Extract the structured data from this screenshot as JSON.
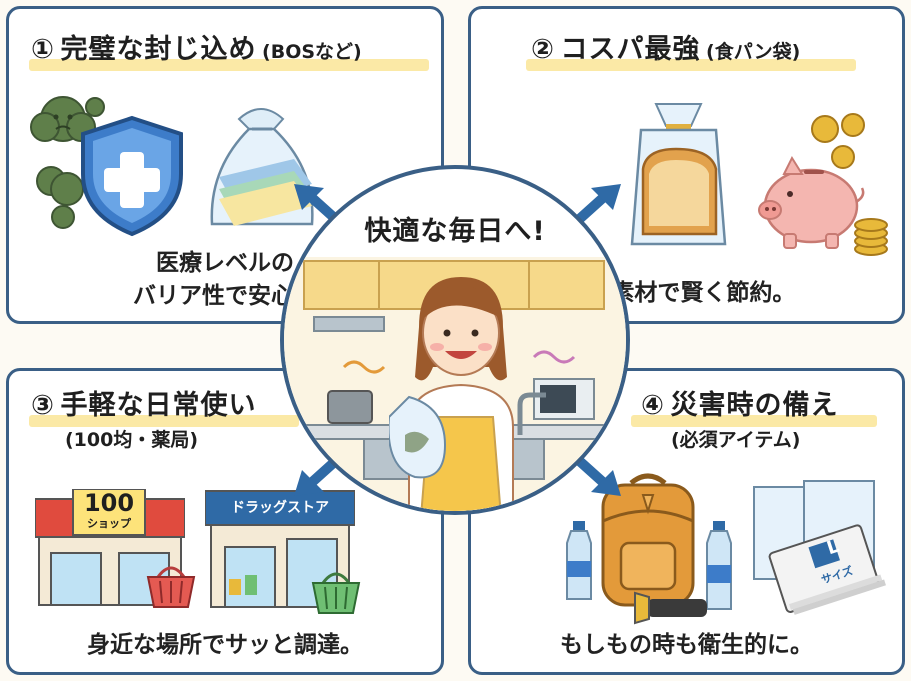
{
  "center": {
    "title": "快適な毎日へ!"
  },
  "panels": [
    {
      "number": "①",
      "title": "完璧な封じ込め",
      "subtitle": "(BOSなど)",
      "caption_lines": [
        "医療レベルの",
        "バリア性で安心。"
      ]
    },
    {
      "number": "②",
      "title": "コスパ最強",
      "subtitle": "(食パン袋)",
      "caption_lines": [
        "PP素材で賢く節約。"
      ]
    },
    {
      "number": "③",
      "title": "手軽な日常使い",
      "subtitle": "(100均・薬局)",
      "caption_lines": [
        "身近な場所でサッと調達。"
      ],
      "store_signs": {
        "shop_number": "100",
        "shop_label": "ショップ",
        "drugstore": "ドラッグストア"
      }
    },
    {
      "number": "④",
      "title": "災害時の備え",
      "subtitle": "(必須アイテム)",
      "caption_lines": [
        "もしもの時も衛生的に。"
      ],
      "bag_label": {
        "size": "L",
        "text": "サイズ"
      }
    }
  ],
  "colors": {
    "border": "#3a5f86",
    "arrow": "#2f6aa6",
    "highlight": "#fbe9a6",
    "shield": "#3d7cc9",
    "odor_cloud": "#5f7f4a",
    "coin": "#e8b93a",
    "piggy": "#f4b6b0",
    "backpack": "#e39a3a",
    "apron": "#f5c64b"
  },
  "icons": [
    "shield-icon",
    "odor-cloud-icon",
    "layered-bag-icon",
    "bread-bag-icon",
    "piggy-bank-icon",
    "coin-stack-icon",
    "hundred-yen-shop-icon",
    "drugstore-icon",
    "shopping-basket-icon",
    "backpack-icon",
    "water-bottle-icon",
    "flashlight-icon",
    "bag-pack-icon",
    "woman-holding-bag-icon",
    "kitchen-icon"
  ]
}
